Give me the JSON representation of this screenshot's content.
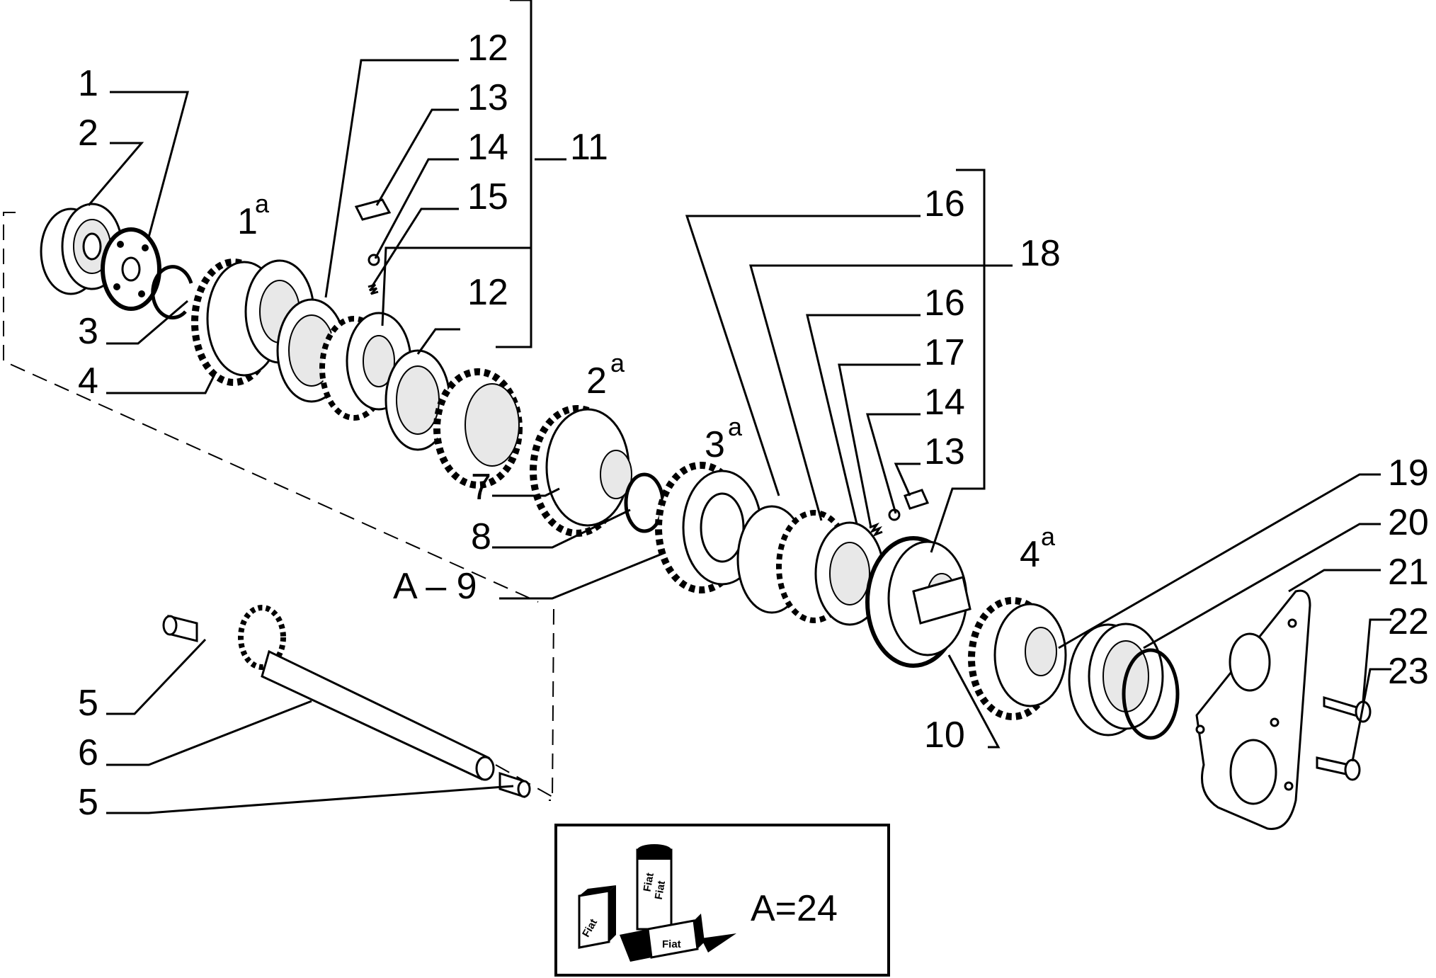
{
  "labels": {
    "l1": "1",
    "l2": "2",
    "l3": "3",
    "l4": "4",
    "l5a": "5",
    "l5b": "5",
    "l6": "6",
    "l7": "7",
    "l8": "8",
    "l9": "A – 9",
    "l10": "10",
    "l11": "11",
    "l12a": "12",
    "l12b": "12",
    "l13a": "13",
    "l13b": "13",
    "l14a": "14",
    "l14b": "14",
    "l15": "15",
    "l16a": "16",
    "l16b": "16",
    "l17": "17",
    "l18": "18",
    "l19": "19",
    "l20": "20",
    "l21": "21",
    "l22": "22",
    "l23": "23"
  },
  "gears": {
    "g1": "1",
    "g1s": "a",
    "g2": "2",
    "g2s": "a",
    "g3": "3",
    "g3s": "a",
    "g4": "4",
    "g4s": "a"
  },
  "legend": {
    "text": "A=24",
    "tube_brand_1": "Fiat",
    "tube_brand_2": "Fiat",
    "box_brand_1": "Fiat",
    "box_brand_2": "Fiat"
  }
}
